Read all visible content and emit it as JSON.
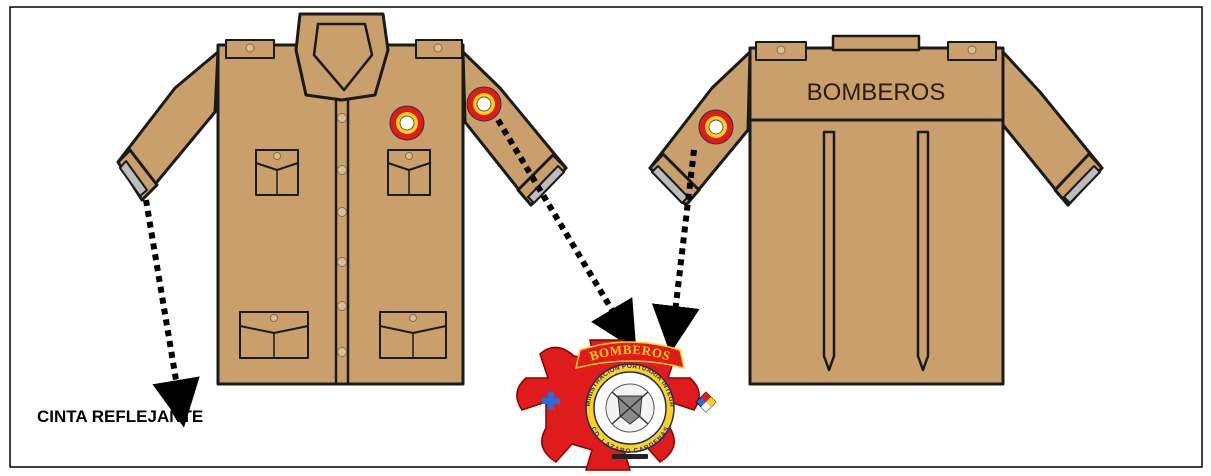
{
  "labels": {
    "reflective_tape": "CINTA REFLEJANTE",
    "back_print": "BOMBEROS"
  },
  "badge": {
    "top_text": "BOMBEROS",
    "ring_upper": "ADMINISTRACION PORTUARIA INTEGRAL",
    "ring_lower": "CD. LAZARO CARDENAS"
  },
  "colors": {
    "shirt": "#c9a06b",
    "outline": "#1a1a1a",
    "reflective": "#bdbdbd",
    "badge_red": "#e01b1b",
    "badge_yellow": "#ffd21a"
  },
  "icons": {
    "arrow": "dotted-arrow-icon",
    "button": "button-icon"
  }
}
